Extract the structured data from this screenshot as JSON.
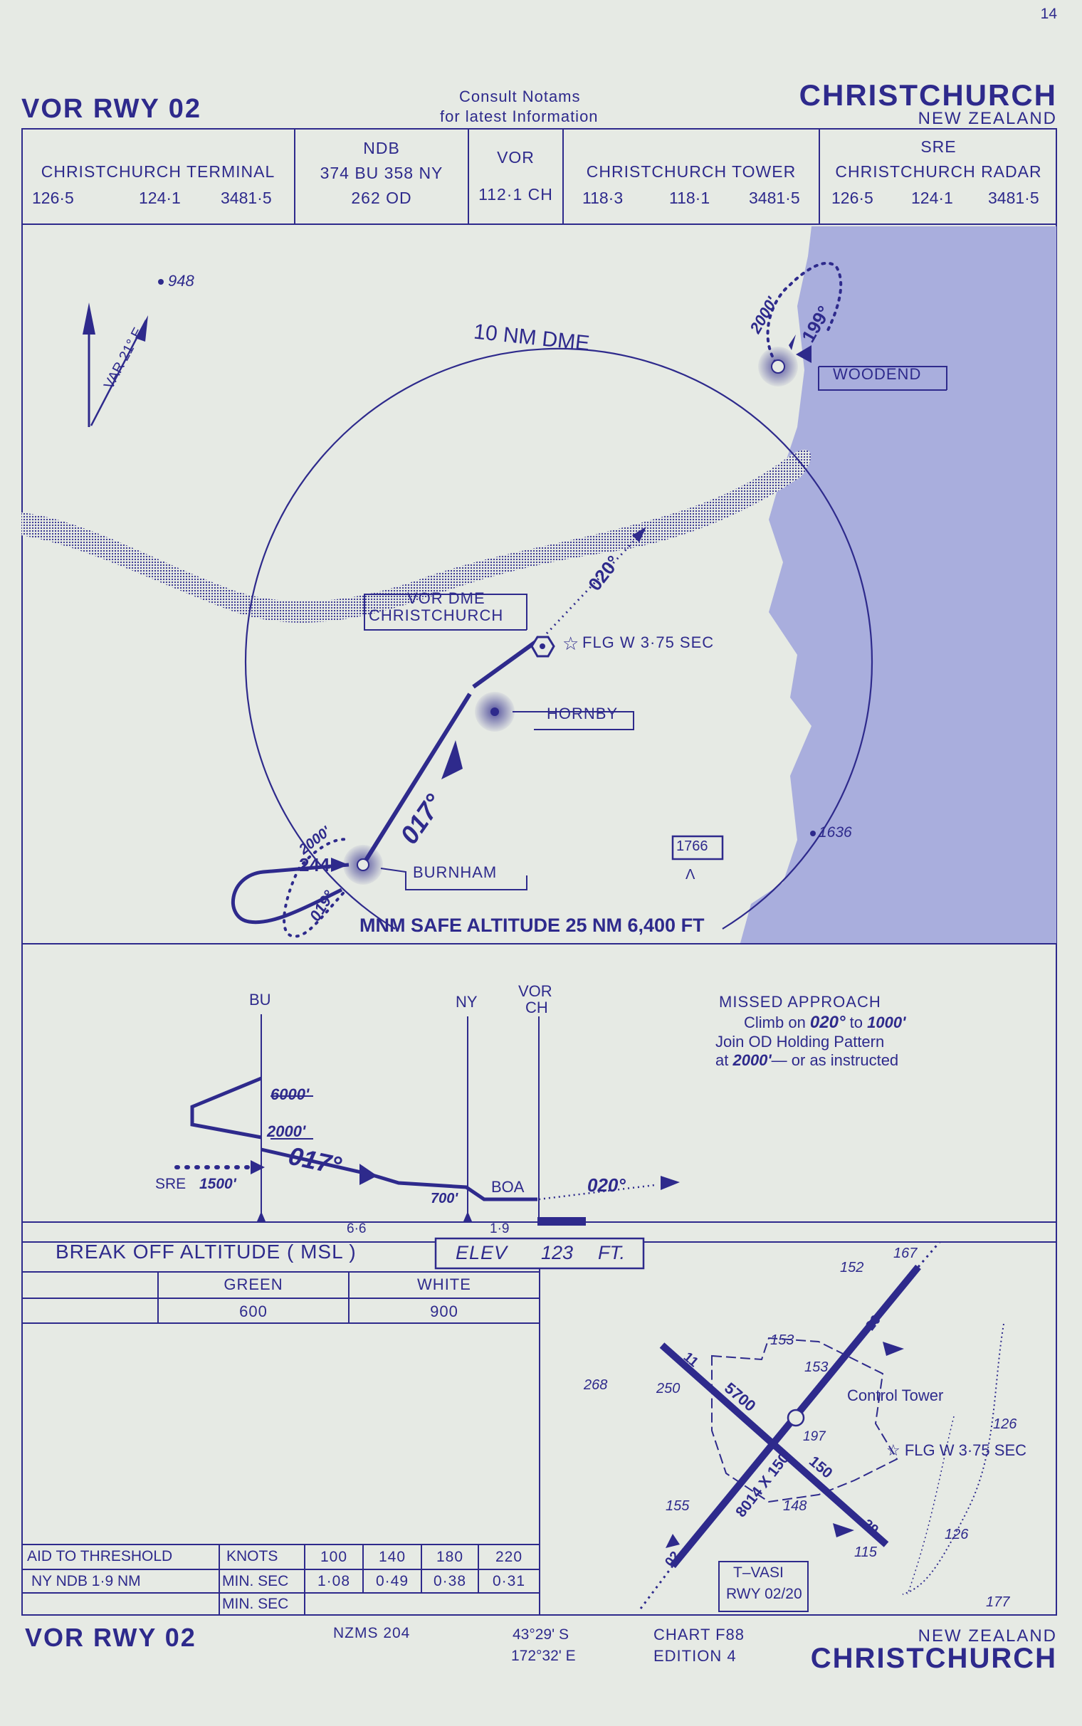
{
  "page_number": "14",
  "header": {
    "procedure": "VOR   RWY  02",
    "notam_line1": "Consult  Notams",
    "notam_line2": "for  latest  Information",
    "city": "CHRISTCHURCH",
    "country": "NEW ZEALAND"
  },
  "comms": {
    "terminal": {
      "name": "CHRISTCHURCH  TERMINAL",
      "f1": "126·5",
      "f2": "124·1",
      "f3": "3481·5"
    },
    "ndb": {
      "name": "NDB",
      "line1": "374 BU   358  NY",
      "line2": "262  OD"
    },
    "vor": {
      "name": "VOR",
      "freq": "112·1 CH"
    },
    "tower": {
      "name": "CHRISTCHURCH  TOWER",
      "f1": "118·3",
      "f2": "118·1",
      "f3": "3481·5"
    },
    "sre": {
      "name": "SRE",
      "sub": "CHRISTCHURCH  RADAR",
      "f1": "126·5",
      "f2": "124·1",
      "f3": "3481·5"
    }
  },
  "plan": {
    "spot_948": "948",
    "variation": "VAR 21° E",
    "dme_arc": "10  NM  DME",
    "holding_alt_woodend": "2000'",
    "holding_course_woodend": "199°",
    "woodend": "WOODEND",
    "course_020": "020°",
    "vor_dme": "VOR DME",
    "christchurch_nav": "CHRISTCHURCH",
    "flg": "FLG  W 3·75 SEC",
    "hornby": "HORNBY",
    "course_017": "017°",
    "holding_alt_burnham": "2000'",
    "course_244": "244",
    "course_019": "019°",
    "burnham": "BURNHAM",
    "spot_1766": "1766",
    "spot_1636": "1636",
    "msa": "MNM SAFE ALTITUDE 25 NM  6,400 FT"
  },
  "profile": {
    "bu": "BU",
    "ny": "NY",
    "vor": "VOR",
    "ch": "CH",
    "alt_6000": "6000'",
    "alt_2000": "2000'",
    "course_017": "017°",
    "sre": "SRE",
    "alt_1500": "1500'",
    "alt_700": "700'",
    "boa": "BOA",
    "course_020": "020°",
    "dist_66": "6·6",
    "dist_19": "1·9",
    "missed_title": "MISSED   APPROACH",
    "missed_line1_a": "Climb on ",
    "missed_line1_b": "020°",
    "missed_line1_c": " to ",
    "missed_line1_d": "1000'",
    "missed_line2": "Join OD Holding Pattern",
    "missed_line3_a": "at ",
    "missed_line3_b": "2000'",
    "missed_line3_c": "— or as instructed"
  },
  "boa_table": {
    "title": "BREAK  OFF  ALTITUDE  ( MSL )",
    "elev_label": "ELEV",
    "elev_value": "123",
    "elev_unit": "FT.",
    "green_label": "GREEN",
    "white_label": "WHITE",
    "green_value": "600",
    "white_value": "900"
  },
  "timing": {
    "aid_label": "AID TO THRESHOLD",
    "knots_label": "KNOTS",
    "speeds": [
      "100",
      "140",
      "180",
      "220"
    ],
    "ny_label": "NY  NDB     1·9  NM",
    "minsec_label": "MIN. SEC",
    "times": [
      "1·08",
      "0·49",
      "0·38",
      "0·31"
    ],
    "minsec_label2": "MIN. SEC"
  },
  "aerodrome": {
    "e167": "167",
    "e152": "152",
    "e153a": "153",
    "e153b": "153",
    "e268": "268",
    "e250": "250",
    "rwy_5700": "5700",
    "control_tower": "Control Tower",
    "e126a": "126",
    "e197": "197",
    "flg": "FLG  W  3·75  SEC",
    "e155": "155",
    "rwy_8014": "8014",
    "x150a": "150",
    "x150b": "150",
    "e148": "148",
    "e126b": "126",
    "e115": "115",
    "tvasi1": "T–VASI",
    "tvasi2": "RWY  02/20",
    "e177": "177",
    "rwy_02": "02",
    "rwy_20": "20",
    "rwy_11": "11",
    "rwy_29": "29"
  },
  "footer": {
    "procedure": "VOR   RWY  02",
    "nzms": "NZMS  204",
    "lat": "43°29' S",
    "lon": "172°32' E",
    "chart": "CHART  F88",
    "edition": "EDITION  4",
    "country": "NEW  ZEALAND",
    "city": "CHRISTCHURCH"
  },
  "colors": {
    "ink": "#2e2a8c",
    "paper": "#e6eae4",
    "sea": "#a9aedd"
  }
}
